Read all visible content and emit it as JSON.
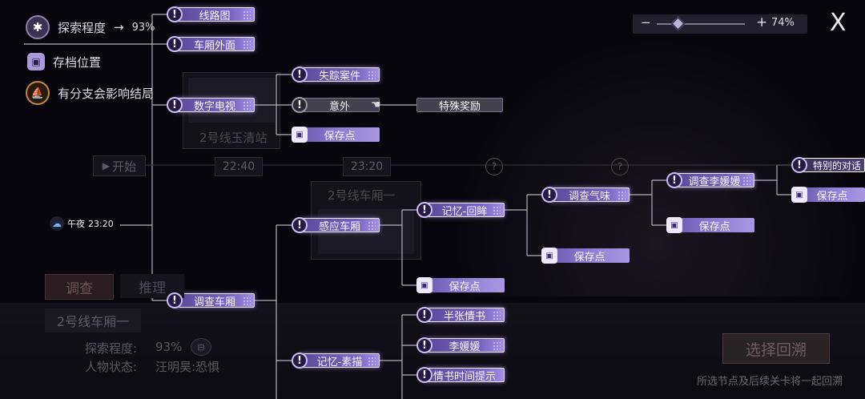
{
  "legend": [
    {
      "icon": "puzzle-icon",
      "label": "探索程度",
      "arrow": "→",
      "value": "93%"
    },
    {
      "icon": "save-box-icon",
      "label": "存档位置"
    },
    {
      "icon": "boat-icon",
      "label": "有分支会影响结局"
    }
  ],
  "zoom": {
    "minus": "−",
    "plus": "+",
    "percent": "74%",
    "level": 0.74
  },
  "close_label": "X",
  "map_labels": {
    "station_card": "2号线玉清站",
    "carriage_card": "2号线车厢一",
    "start": "开始",
    "times": [
      "22:40",
      "23:20"
    ],
    "unknown": [
      "?",
      "?"
    ]
  },
  "midnight": {
    "label": "午夜",
    "time": "23:20"
  },
  "nodes": {
    "route_map": "线路图",
    "outside_car": "车厢外面",
    "digital_tv": "数字电视",
    "missing_case": "失踪案件",
    "accident": "意外",
    "special_reward": "特殊奖励",
    "save_point": "保存点",
    "sense_car": "感应车厢",
    "memory_recall": "记忆-回眸",
    "investigate_smell": "调查气味",
    "investigate_li": "调查李媛媛",
    "special_dialog": "特别的对话",
    "investigate_car": "调查车厢",
    "memory_sketch": "记忆-素描",
    "half_letter": "半张情书",
    "li_yuanyuan": "李媛媛",
    "letter_time_hint": "情书时间提示"
  },
  "badge_symbols": {
    "info": "!",
    "save": "▣"
  },
  "bottom_panel": {
    "tab_investigate": "调查",
    "tab_deduce": "推理",
    "location": "2号线车厢一",
    "explore_label": "探索程度:",
    "explore_value": "93%",
    "status_label": "人物状态:",
    "status_value": "汪明昊:恐惧",
    "select_button": "选择回溯",
    "hint": "所选节点及后续关卡将一起回溯"
  },
  "colors": {
    "accent": "#7764c0",
    "node_border": "#ece6ff",
    "background": "#07060c"
  }
}
